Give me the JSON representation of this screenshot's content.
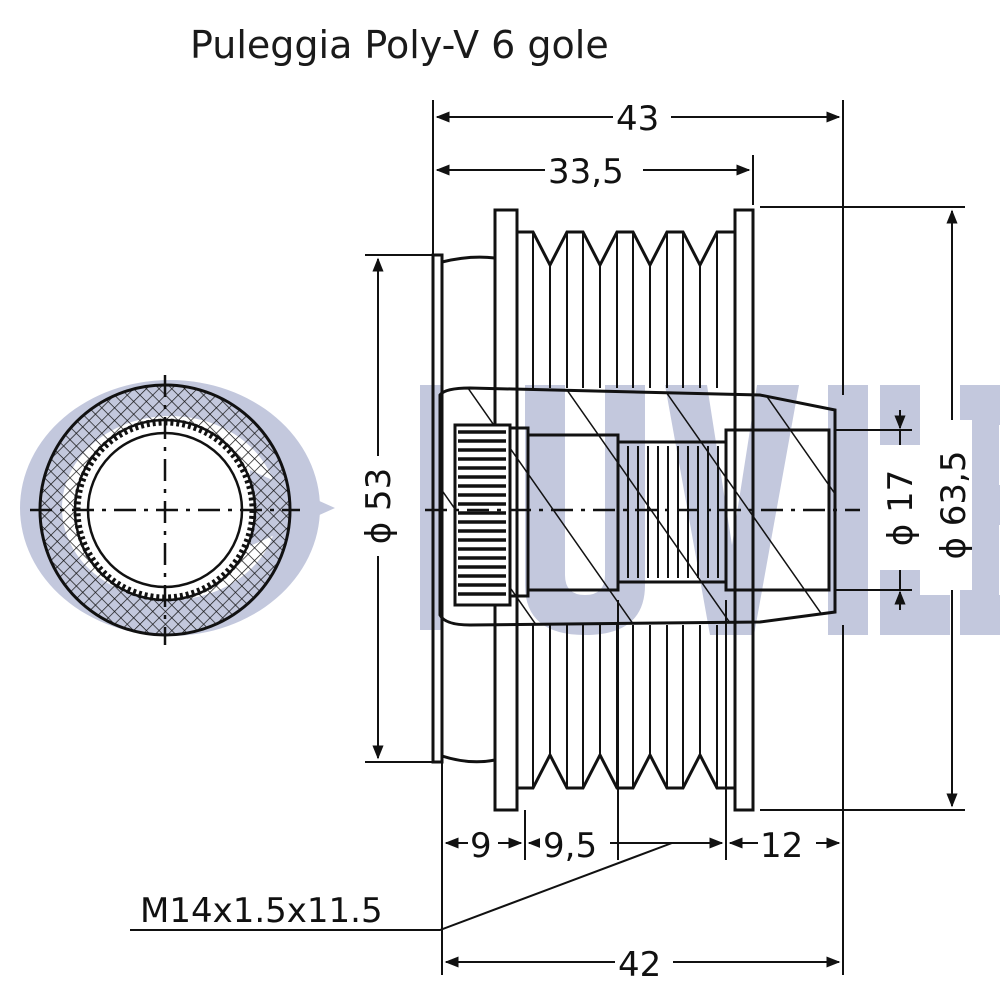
{
  "title": "Puleggia Poly-V 6 gole",
  "brand": {
    "name": "RUVILLE",
    "watermark_color": "#c3c8dd",
    "mark": "ruville-logo"
  },
  "line_color": "#111111",
  "dimensions": {
    "overall_length": "43",
    "pulley_length": "33,5",
    "left_diameter": "53",
    "bore_diameter": "17",
    "outer_diameter": "63,5",
    "left_step": "9",
    "thread_section": "9,5",
    "right_step": "12",
    "base_length": "42",
    "diameter_symbol": "ϕ"
  },
  "thread_callout": "M14x1.5x11.5"
}
